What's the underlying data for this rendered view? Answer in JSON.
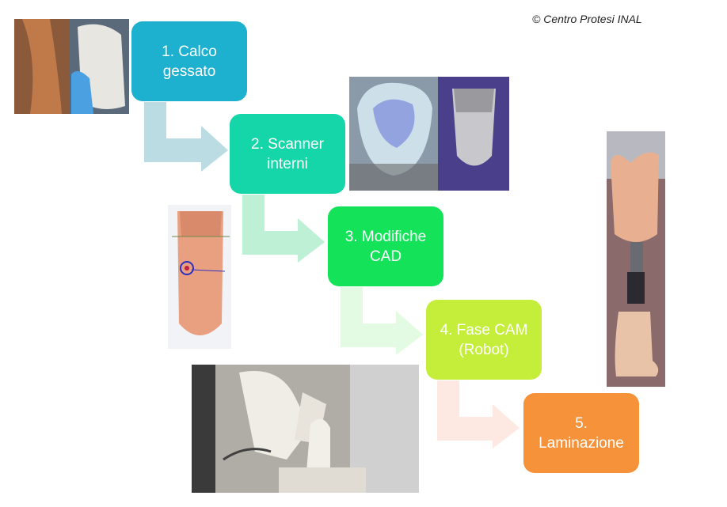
{
  "copyright": "© Centro Protesi INAL",
  "steps": [
    {
      "line1": "1. Calco",
      "line2": "gessato",
      "color": "#1db1cf"
    },
    {
      "line1": "2. Scanner",
      "line2": "interni",
      "color": "#14d6a8"
    },
    {
      "line1": "3. Modifiche",
      "line2": "CAD",
      "color": "#14e35a"
    },
    {
      "line1": "4. Fase CAM",
      "line2": "(Robot)",
      "color": "#c4ee3a"
    },
    {
      "line1": "5.",
      "line2": "Laminazione",
      "color": "#f5923a"
    }
  ],
  "arrow_colors": [
    "#bcdce4",
    "#bdf0d4",
    "#e3fbe3",
    "#fde9e2"
  ],
  "photos": [
    "plaster-cast-photo",
    "3d-scan-photo",
    "cad-model-render",
    "robot-milling-photo",
    "finished-prosthesis-photo"
  ]
}
